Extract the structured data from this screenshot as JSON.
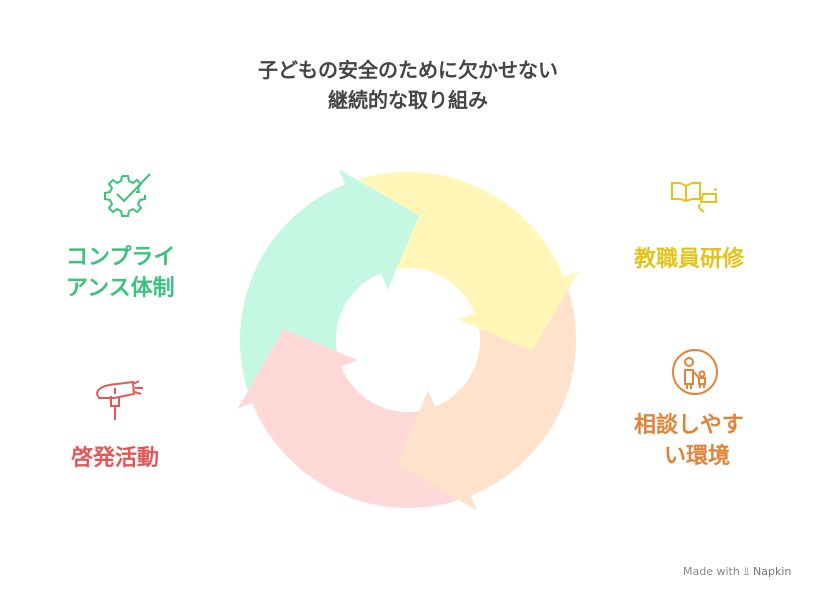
{
  "title": {
    "line1": "子どもの安全のために欠かせない",
    "line2": "継続的な取り組み"
  },
  "items": [
    {
      "label_lines": [
        "コンプライ",
        "アンス体制"
      ],
      "icon": "gear-check-icon",
      "color": "#3CC27F",
      "segment_color": "#C5F8E2"
    },
    {
      "label_lines": [
        "教職員研修"
      ],
      "icon": "book-speech-icon",
      "color": "#E2C41C",
      "segment_color": "#FFF6B8"
    },
    {
      "label_lines": [
        "相談しやす",
        "い環境"
      ],
      "icon": "parent-child-icon",
      "color": "#E0843A",
      "segment_color": "#FFE2CB"
    },
    {
      "label_lines": [
        "啓発活動"
      ],
      "icon": "carrot-icon",
      "color": "#E25858",
      "segment_color": "#FFD8D8"
    }
  ],
  "footer": {
    "made_with": "Made with",
    "brand": "Napkin"
  }
}
